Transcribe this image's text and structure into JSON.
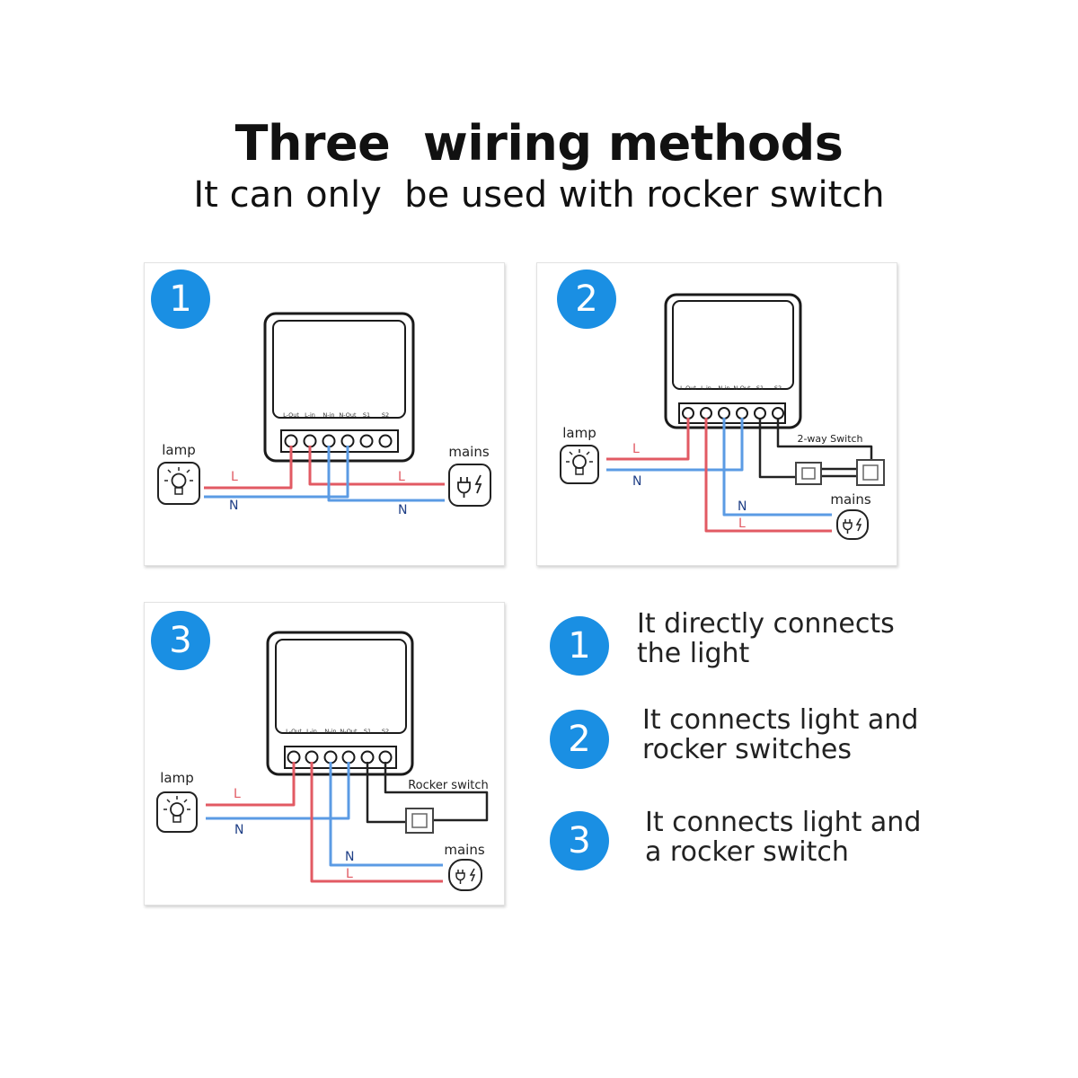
{
  "header": {
    "title": "Three  wiring methods",
    "subtitle": "It can only  be used with rocker switch"
  },
  "colors": {
    "line": "#e25a63",
    "neutral": "#5b9be4",
    "badge": "#1a8fe3",
    "switch_wire": "#222222"
  },
  "terminals": [
    "L-Out",
    "L-in",
    "N-in",
    "N-Out",
    "S1",
    "S2"
  ],
  "panels": [
    {
      "number": "1",
      "lamp_label": "lamp",
      "mains_label": "mains",
      "wire_labels": {
        "l_left": "L",
        "n_left": "N",
        "l_right": "L",
        "n_right": "N"
      },
      "icons": {
        "lamp": "lightbulb-icon",
        "mains": "plug-icon"
      }
    },
    {
      "number": "2",
      "lamp_label": "lamp",
      "mains_label": "mains",
      "switch_label": "2-way Switch",
      "wire_labels": {
        "l_left": "L",
        "n_left": "N",
        "n_mains": "N",
        "l_mains": "L"
      },
      "icons": {
        "lamp": "lightbulb-icon",
        "mains": "plug-icon",
        "switch": "rocker-switch-icon"
      }
    },
    {
      "number": "3",
      "lamp_label": "lamp",
      "mains_label": "mains",
      "switch_label": "Rocker switch",
      "wire_labels": {
        "l_left": "L",
        "n_left": "N",
        "n_mains": "N",
        "l_mains": "L"
      },
      "icons": {
        "lamp": "lightbulb-icon",
        "mains": "plug-icon",
        "switch": "rocker-switch-icon"
      }
    }
  ],
  "legend": [
    {
      "number": "1",
      "line1": "It directly connects",
      "line2": "the light"
    },
    {
      "number": "2",
      "line1": "It connects light and",
      "line2": "rocker switches"
    },
    {
      "number": "3",
      "line1": "It connects light and",
      "line2": "a rocker switch"
    }
  ]
}
